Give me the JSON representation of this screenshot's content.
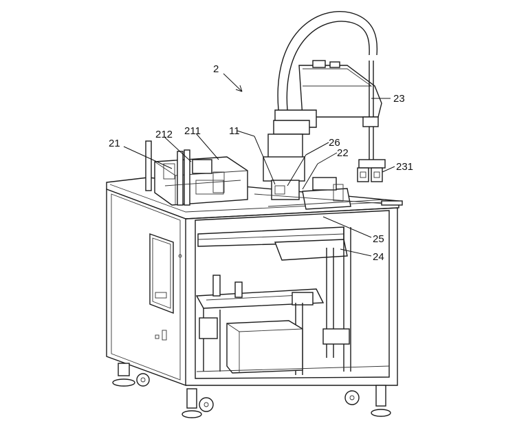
{
  "labels": {
    "assembly": "2",
    "ref_21": "21",
    "ref_212": "212",
    "ref_211": "211",
    "ref_11": "11",
    "ref_26": "26",
    "ref_22": "22",
    "ref_23": "23",
    "ref_231": "231",
    "ref_25": "25",
    "ref_24": "24"
  },
  "colors": {
    "line": "#1a1a1a",
    "background": "#ffffff"
  }
}
